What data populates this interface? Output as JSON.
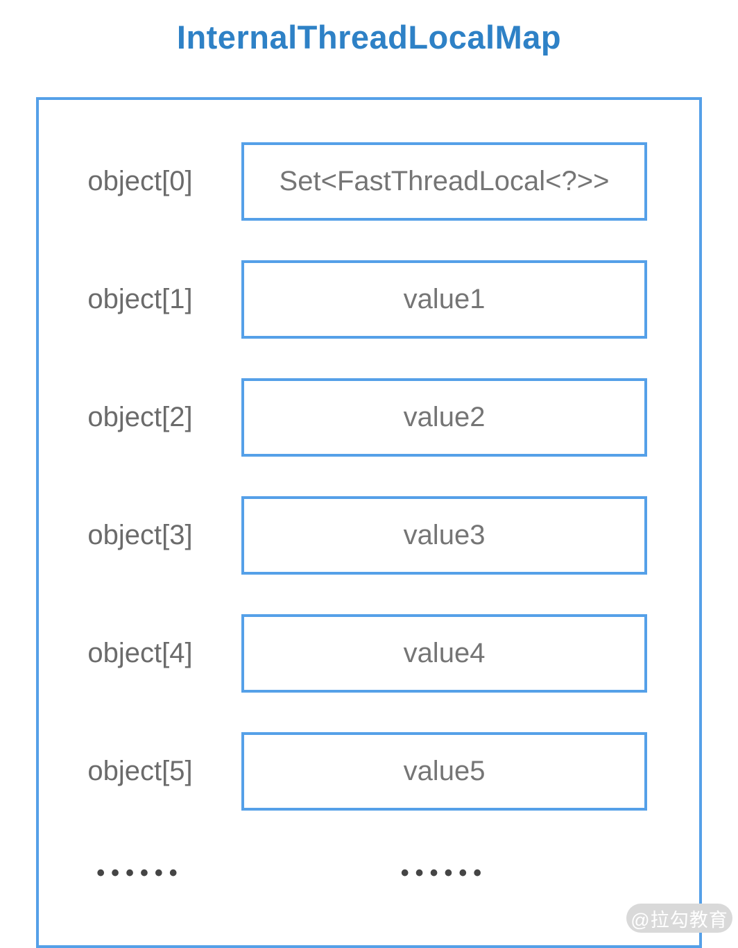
{
  "title": "InternalThreadLocalMap",
  "diagram": {
    "rows": [
      {
        "label": "object[0]",
        "value": "Set<FastThreadLocal<?>>"
      },
      {
        "label": "object[1]",
        "value": "value1"
      },
      {
        "label": "object[2]",
        "value": "value2"
      },
      {
        "label": "object[3]",
        "value": "value3"
      },
      {
        "label": "object[4]",
        "value": "value4"
      },
      {
        "label": "object[5]",
        "value": "value5"
      }
    ],
    "ellipsis_left": "••••••",
    "ellipsis_right": "••••••"
  },
  "watermark": "@拉勾教育",
  "colors": {
    "title_blue": "#2e81c6",
    "border_blue": "#55a0e8",
    "text_gray": "#6b6b6b",
    "dots_gray": "#454545"
  }
}
